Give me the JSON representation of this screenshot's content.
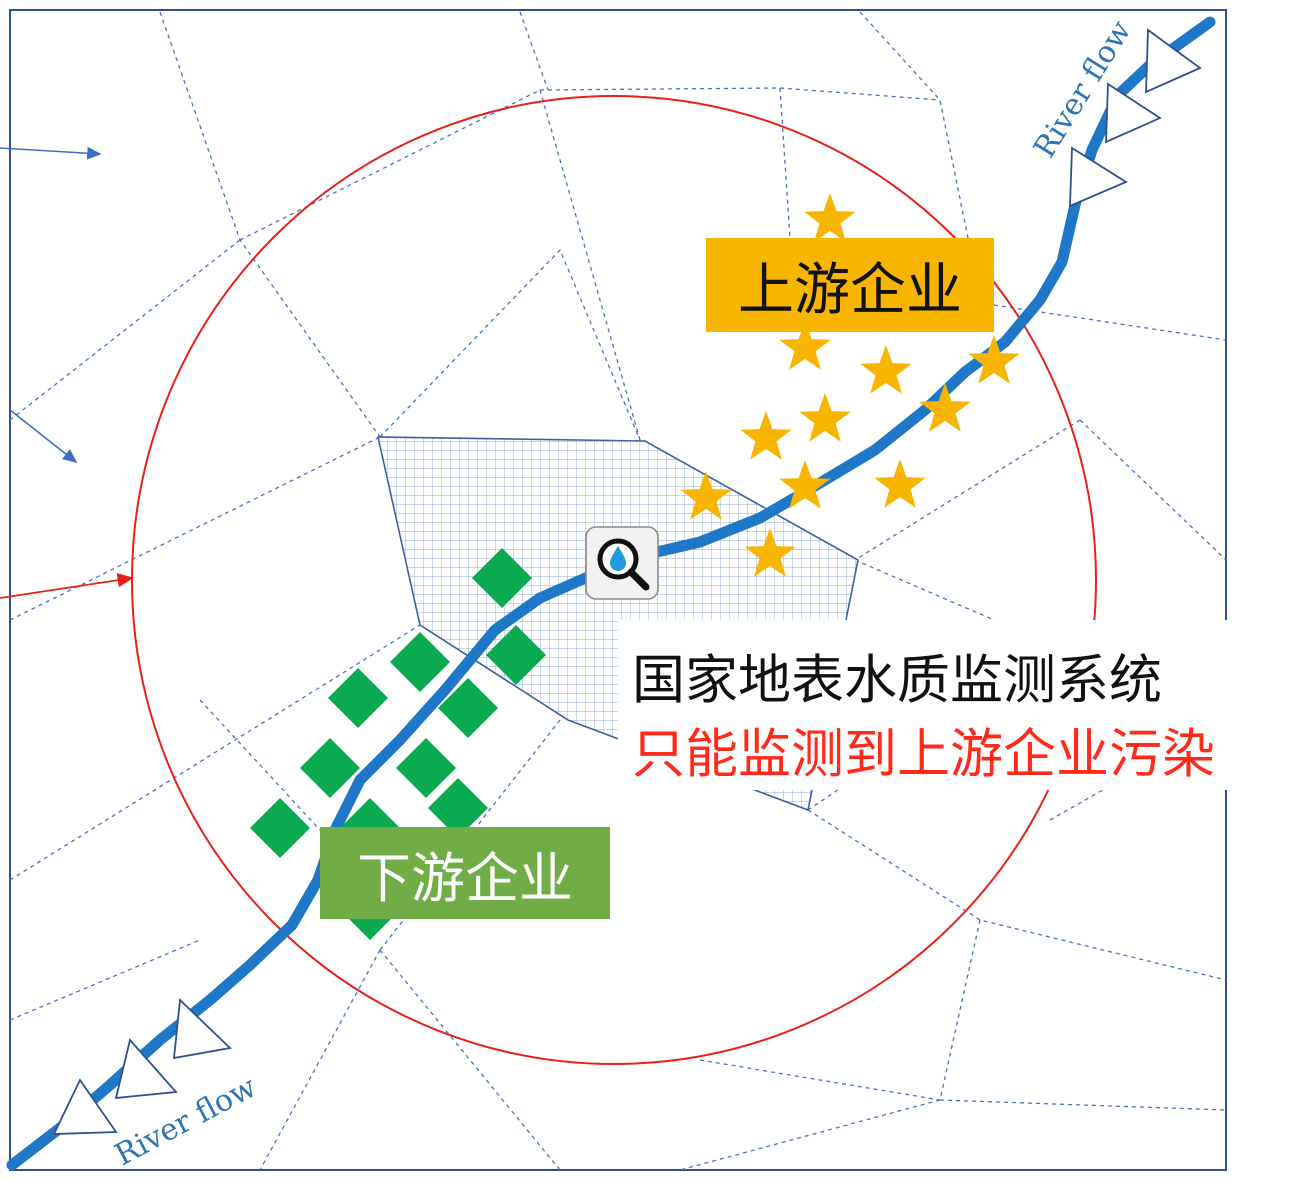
{
  "labels": {
    "upstream": "上游企业",
    "downstream": "下游企业"
  },
  "caption": {
    "line1": "国家地表水质监测系统",
    "line2": "只能监测到上游企业污染"
  },
  "river": {
    "flow_label_top": "River flow",
    "flow_label_bottom": "River flow"
  },
  "icons": {
    "monitor": "magnifier-water-drop-icon",
    "upstream_marker": "star-icon",
    "downstream_marker": "diamond-icon",
    "flow_direction": "triangle-arrow-icon"
  },
  "colors": {
    "river": "#1f77c8",
    "monitoring_circle": "#e8201a",
    "upstream_enterprise": "#f7b500",
    "downstream_enterprise": "#0aaa50",
    "grid_lines": "#4a72c4",
    "upstream_label_bg": "#f7b500",
    "downstream_label_bg": "#70ad47",
    "warning_text": "#ff2a1a"
  }
}
